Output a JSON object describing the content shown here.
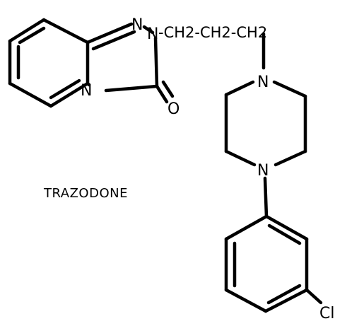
{
  "structure": {
    "compound_name": "TRAZODONE",
    "atoms": {
      "n_triazole_top": "N",
      "n_chain": "N",
      "n_bridge": "N",
      "carbonyl_o": "O",
      "n_piperazine_top": "N",
      "n_piperazine_bottom": "N",
      "chlorine": "Cl"
    },
    "chain": {
      "text": "-CH2-CH2-CH2"
    }
  },
  "colors": {
    "ink": "#000000",
    "background": "#ffffff"
  }
}
